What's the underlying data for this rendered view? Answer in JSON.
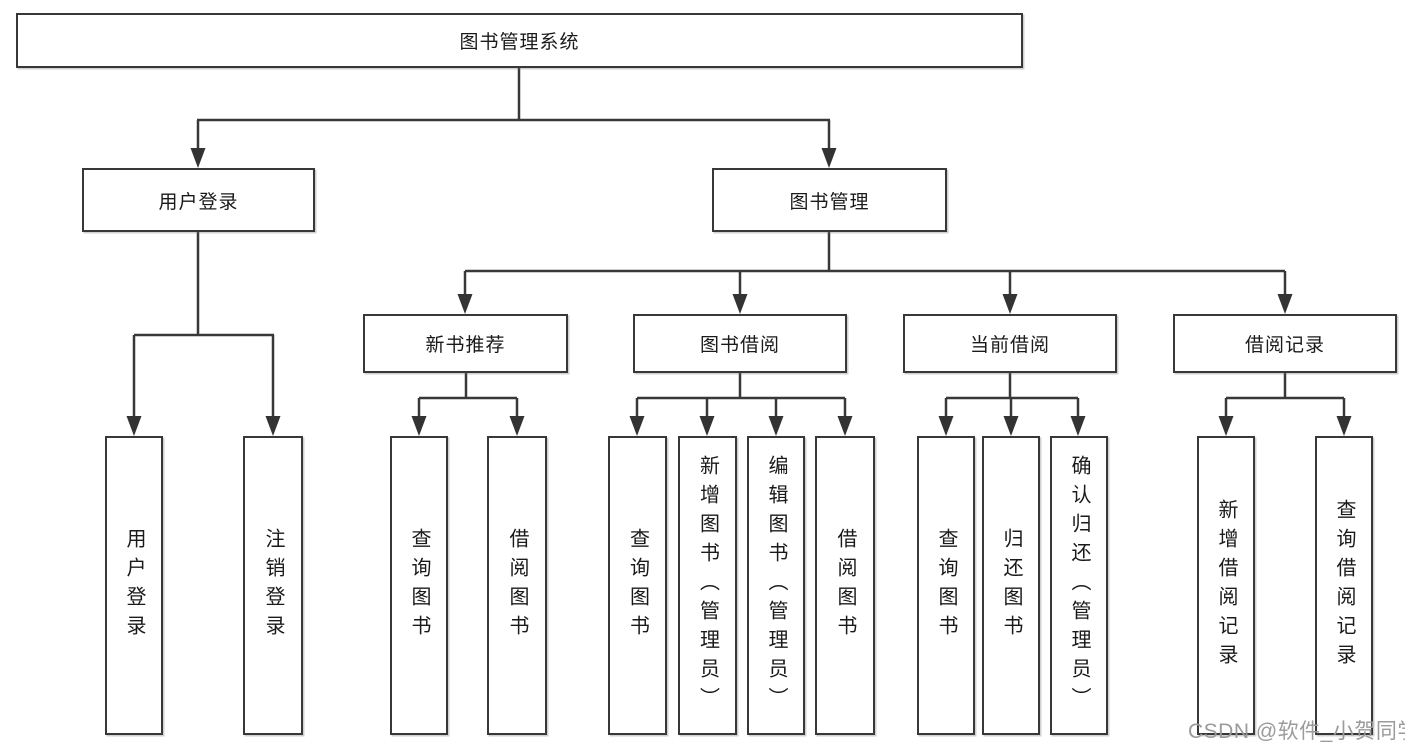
{
  "diagram": {
    "root": {
      "label": "图书管理系统"
    },
    "branches": {
      "user_login": {
        "label": "用户登录"
      },
      "book_management": {
        "label": "图书管理"
      }
    },
    "modules": {
      "new_book_recommend": {
        "label": "新书推荐"
      },
      "book_borrowing": {
        "label": "图书借阅"
      },
      "current_borrowing": {
        "label": "当前借阅"
      },
      "borrowing_records": {
        "label": "借阅记录"
      }
    },
    "functions": {
      "user_login": {
        "login": "用户登录",
        "logout": "注销登录"
      },
      "new_book_recommend": {
        "query_books": "查询图书",
        "borrow_books": "借阅图书"
      },
      "book_borrowing": {
        "query_books": "查询图书",
        "add_books": "新增图书（管理员）",
        "edit_books": "编辑图书（管理员）",
        "borrow_books": "借阅图书"
      },
      "current_borrowing": {
        "query_books": "查询图书",
        "return_books": "归还图书",
        "confirm_return": "确认归还（管理员）"
      },
      "borrowing_records": {
        "add_record": "新增借阅记录",
        "query_record": "查询借阅记录"
      }
    }
  },
  "watermark": {
    "text": "CSDN @软件_小贺同学"
  },
  "colors": {
    "line": "#383838",
    "box_border": "#383838",
    "box_fill": "#ffffff",
    "text": "#1a1a1a",
    "watermark": "#9b9b9b",
    "background": "#ffffff"
  }
}
